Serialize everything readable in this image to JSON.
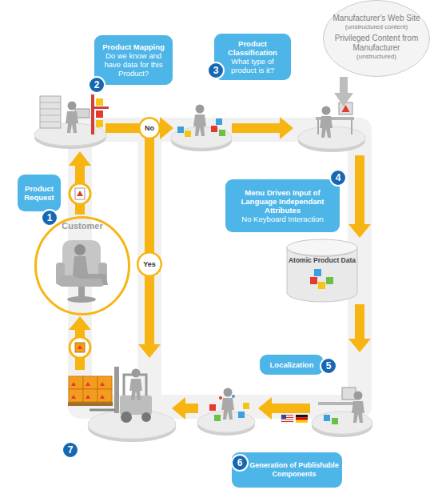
{
  "diagram": {
    "nodes": [
      {
        "text": [
          "Product Mapping",
          "Do we know and have data for this Product?"
        ]
      },
      {
        "text": [
          "Product Classification",
          "What type of product is it?"
        ]
      },
      {
        "text": [
          "Manufacturer's Web Site",
          "(unstructured content)",
          "Privileged Content from Manufacturer",
          "(unstructured)"
        ]
      },
      {
        "text": [
          "No"
        ]
      },
      {
        "text": [
          "Product Request"
        ]
      },
      {
        "text": [
          "Menu Driven Input of Language Independant Attributes",
          "No Keyboard Interaction"
        ]
      },
      {
        "text": [
          "Customer"
        ]
      },
      {
        "text": [
          "Yes"
        ]
      },
      {
        "text": [
          "Atomic Product Data"
        ]
      },
      {
        "text": [
          "Localization"
        ]
      },
      {
        "text": [
          "Generation of Publishable Components"
        ]
      }
    ],
    "labels": [
      "1",
      "2",
      "3",
      "4",
      "5",
      "6",
      "7"
    ]
  }
}
